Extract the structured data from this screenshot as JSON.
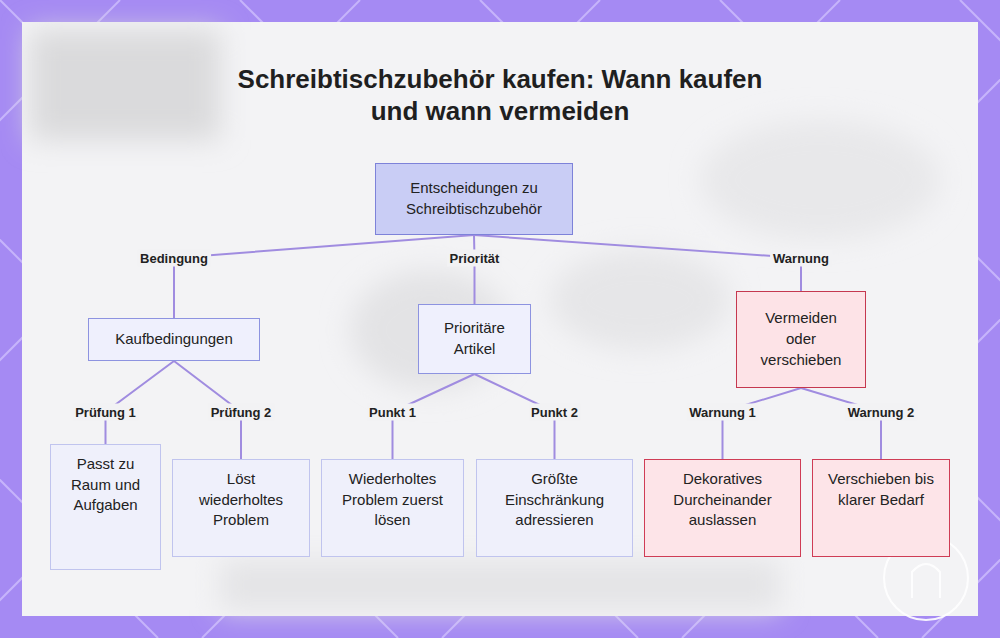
{
  "diagram": {
    "title": "Schreibtischzubehör kaufen: Wann kaufen und wann vermeiden",
    "nodes": [
      {
        "text": [
          "Entscheidungen zu Schreibtischzubehör"
        ]
      },
      {
        "text": [
          "Kaufbedingungen"
        ]
      },
      {
        "text": [
          "Prioritäre Artikel"
        ]
      },
      {
        "text": [
          "Vermeiden oder verschieben"
        ]
      },
      {
        "text": [
          "Passt zu Raum und Aufgaben"
        ]
      },
      {
        "text": [
          "Löst wiederholtes Problem"
        ]
      },
      {
        "text": [
          "Wiederholtes Problem zuerst lösen"
        ]
      },
      {
        "text": [
          "Größte Einschränkung adressieren"
        ]
      },
      {
        "text": [
          "Dekoratives Durcheinander auslassen"
        ]
      },
      {
        "text": [
          "Verschieben bis klarer Bedarf"
        ]
      }
    ],
    "edges": [
      {
        "from": 0,
        "to": 1,
        "arrow": "none",
        "label": "Bedingung"
      },
      {
        "from": 0,
        "to": 2,
        "arrow": "none",
        "label": "Priorität"
      },
      {
        "from": 0,
        "to": 3,
        "arrow": "none",
        "label": "Warnung"
      },
      {
        "from": 1,
        "to": 4,
        "arrow": "none",
        "label": "Prüfung 1"
      },
      {
        "from": 1,
        "to": 5,
        "arrow": "none",
        "label": "Prüfung 2"
      },
      {
        "from": 2,
        "to": 6,
        "arrow": "none",
        "label": "Punkt 1"
      },
      {
        "from": 2,
        "to": 7,
        "arrow": "none",
        "label": "Punkt 2"
      },
      {
        "from": 3,
        "to": 8,
        "arrow": "none",
        "label": "Warnung 1"
      },
      {
        "from": 3,
        "to": 9,
        "arrow": "none",
        "label": "Warnung 2"
      }
    ]
  }
}
